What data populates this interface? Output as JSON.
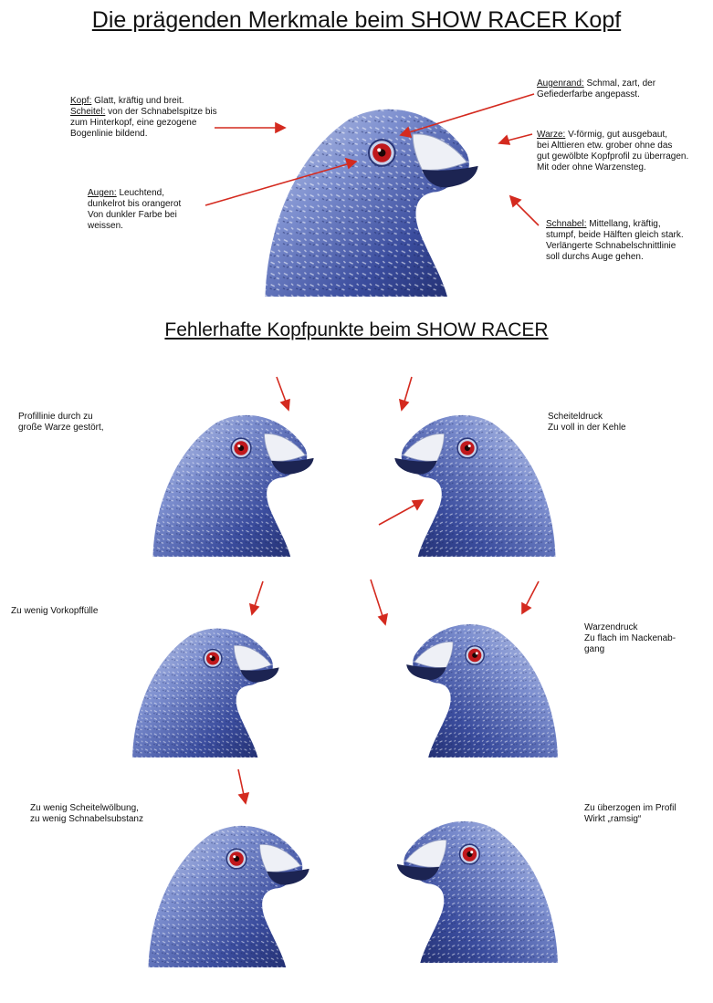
{
  "titles": {
    "main": "Die prägenden Merkmale beim SHOW RACER Kopf",
    "faults": "Fehlerhafte Kopfpunkte beim SHOW RACER"
  },
  "features": {
    "kopf": {
      "term": "Kopf:",
      "lines": [
        " Glatt, kräftig und breit."
      ]
    },
    "scheitel": {
      "term": "Scheitel:",
      "lines": [
        " von der Schnabelspitze bis",
        "zum Hinterkopf, eine gezogene",
        "Bogenlinie bildend."
      ]
    },
    "augen": {
      "term": "Augen:",
      "lines": [
        " Leuchtend,",
        "dunkelrot bis orangerot",
        "Von dunkler Farbe bei",
        "weissen."
      ]
    },
    "augenrand": {
      "term": "Augenrand:",
      "lines": [
        " Schmal, zart, der",
        "Gefiederfarbe angepasst."
      ]
    },
    "warze": {
      "term": "Warze:",
      "lines": [
        " V-förmig, gut ausgebaut,",
        "bei Alttieren etw. grober ohne das",
        "gut gewölbte Kopfprofil zu überragen.",
        "Mit oder ohne Warzensteg."
      ]
    },
    "schnabel": {
      "term": "Schnabel:",
      "lines": [
        " Mittellang, kräftig,",
        "stumpf, beide Hälften gleich stark.",
        "Verlängerte Schnabelschnittlinie",
        "soll durchs Auge gehen."
      ]
    }
  },
  "faults": {
    "f1": [
      "Profillinie durch zu",
      "große Warze gestört,"
    ],
    "f2": [
      "Scheiteldruck",
      "Zu voll in der Kehle"
    ],
    "f3": [
      "Zu wenig Vorkopffülle"
    ],
    "f4": [
      "Warzendruck",
      "Zu flach im Nackenab-",
      "gang"
    ],
    "f5": [
      "Zu wenig Scheitelwölbung,",
      "zu wenig Schnabelsubstanz"
    ],
    "f6": [
      "Zu überzogen im Profil",
      "Wirkt „ramsig“"
    ]
  },
  "colors": {
    "arrow": "#d42a1f",
    "feather": "#3a4fa0",
    "eye": "#c0181c"
  }
}
